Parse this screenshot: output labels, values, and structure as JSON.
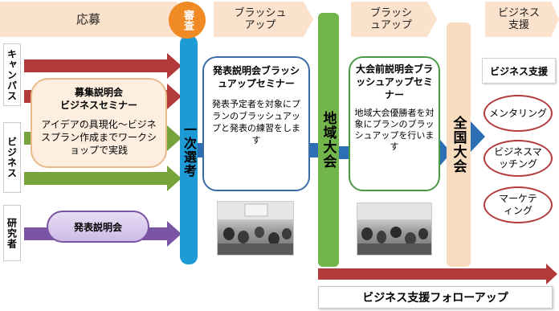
{
  "stages": {
    "oubo": "応募",
    "shinsa": "審査",
    "brushup1": "ブラッシュアップ",
    "brushup2": "ブラッシュアップ",
    "business_support_header": "ビジネス支援"
  },
  "applicants": {
    "campus": "キャンパス",
    "business": "ビジネス",
    "researcher": "研究者"
  },
  "recruit_box": {
    "title": "募集説明会ビジネスセミナー",
    "title_line1": "募集説明会",
    "title_line2": "ビジネスセミナー",
    "body": "アイデアの具現化～ビジネスプラン作成までワークショップで実践"
  },
  "presentation_pill": "発表説明会",
  "first_selection": "一次選考",
  "brushup_seminar": {
    "title": "発表説明会ブラッシュアップセミナー",
    "body": "発表予定者を対象にプランのブラッシュアップと発表の練習をします"
  },
  "regional": "地域大会",
  "pre_national_seminar": {
    "title": "大会前説明会ブラッシュアップセミナー",
    "body": "地域大会優勝者を対象にプランのブラッシュアップを行います"
  },
  "national": "全国大会",
  "business_support_label": "ビジネス支援",
  "support_items": [
    "メンタリング",
    "ビジネスマッチング",
    "マーケティング"
  ],
  "followup": "ビジネス支援フォローアップ",
  "colors": {
    "arrow_red": "#b23a3a",
    "arrow_green": "#77a33c",
    "arrow_purple": "#7a55a3",
    "bar_blue": "#1e9bd7",
    "bar_green": "#72b54a",
    "bar_peach": "#f8dcc0",
    "badge_orange": "#f08a24",
    "box_border_blue": "#3a6da8",
    "box_border_green": "#4a9a48"
  },
  "icons": [
    "workshop-photo-1",
    "workshop-photo-2"
  ]
}
